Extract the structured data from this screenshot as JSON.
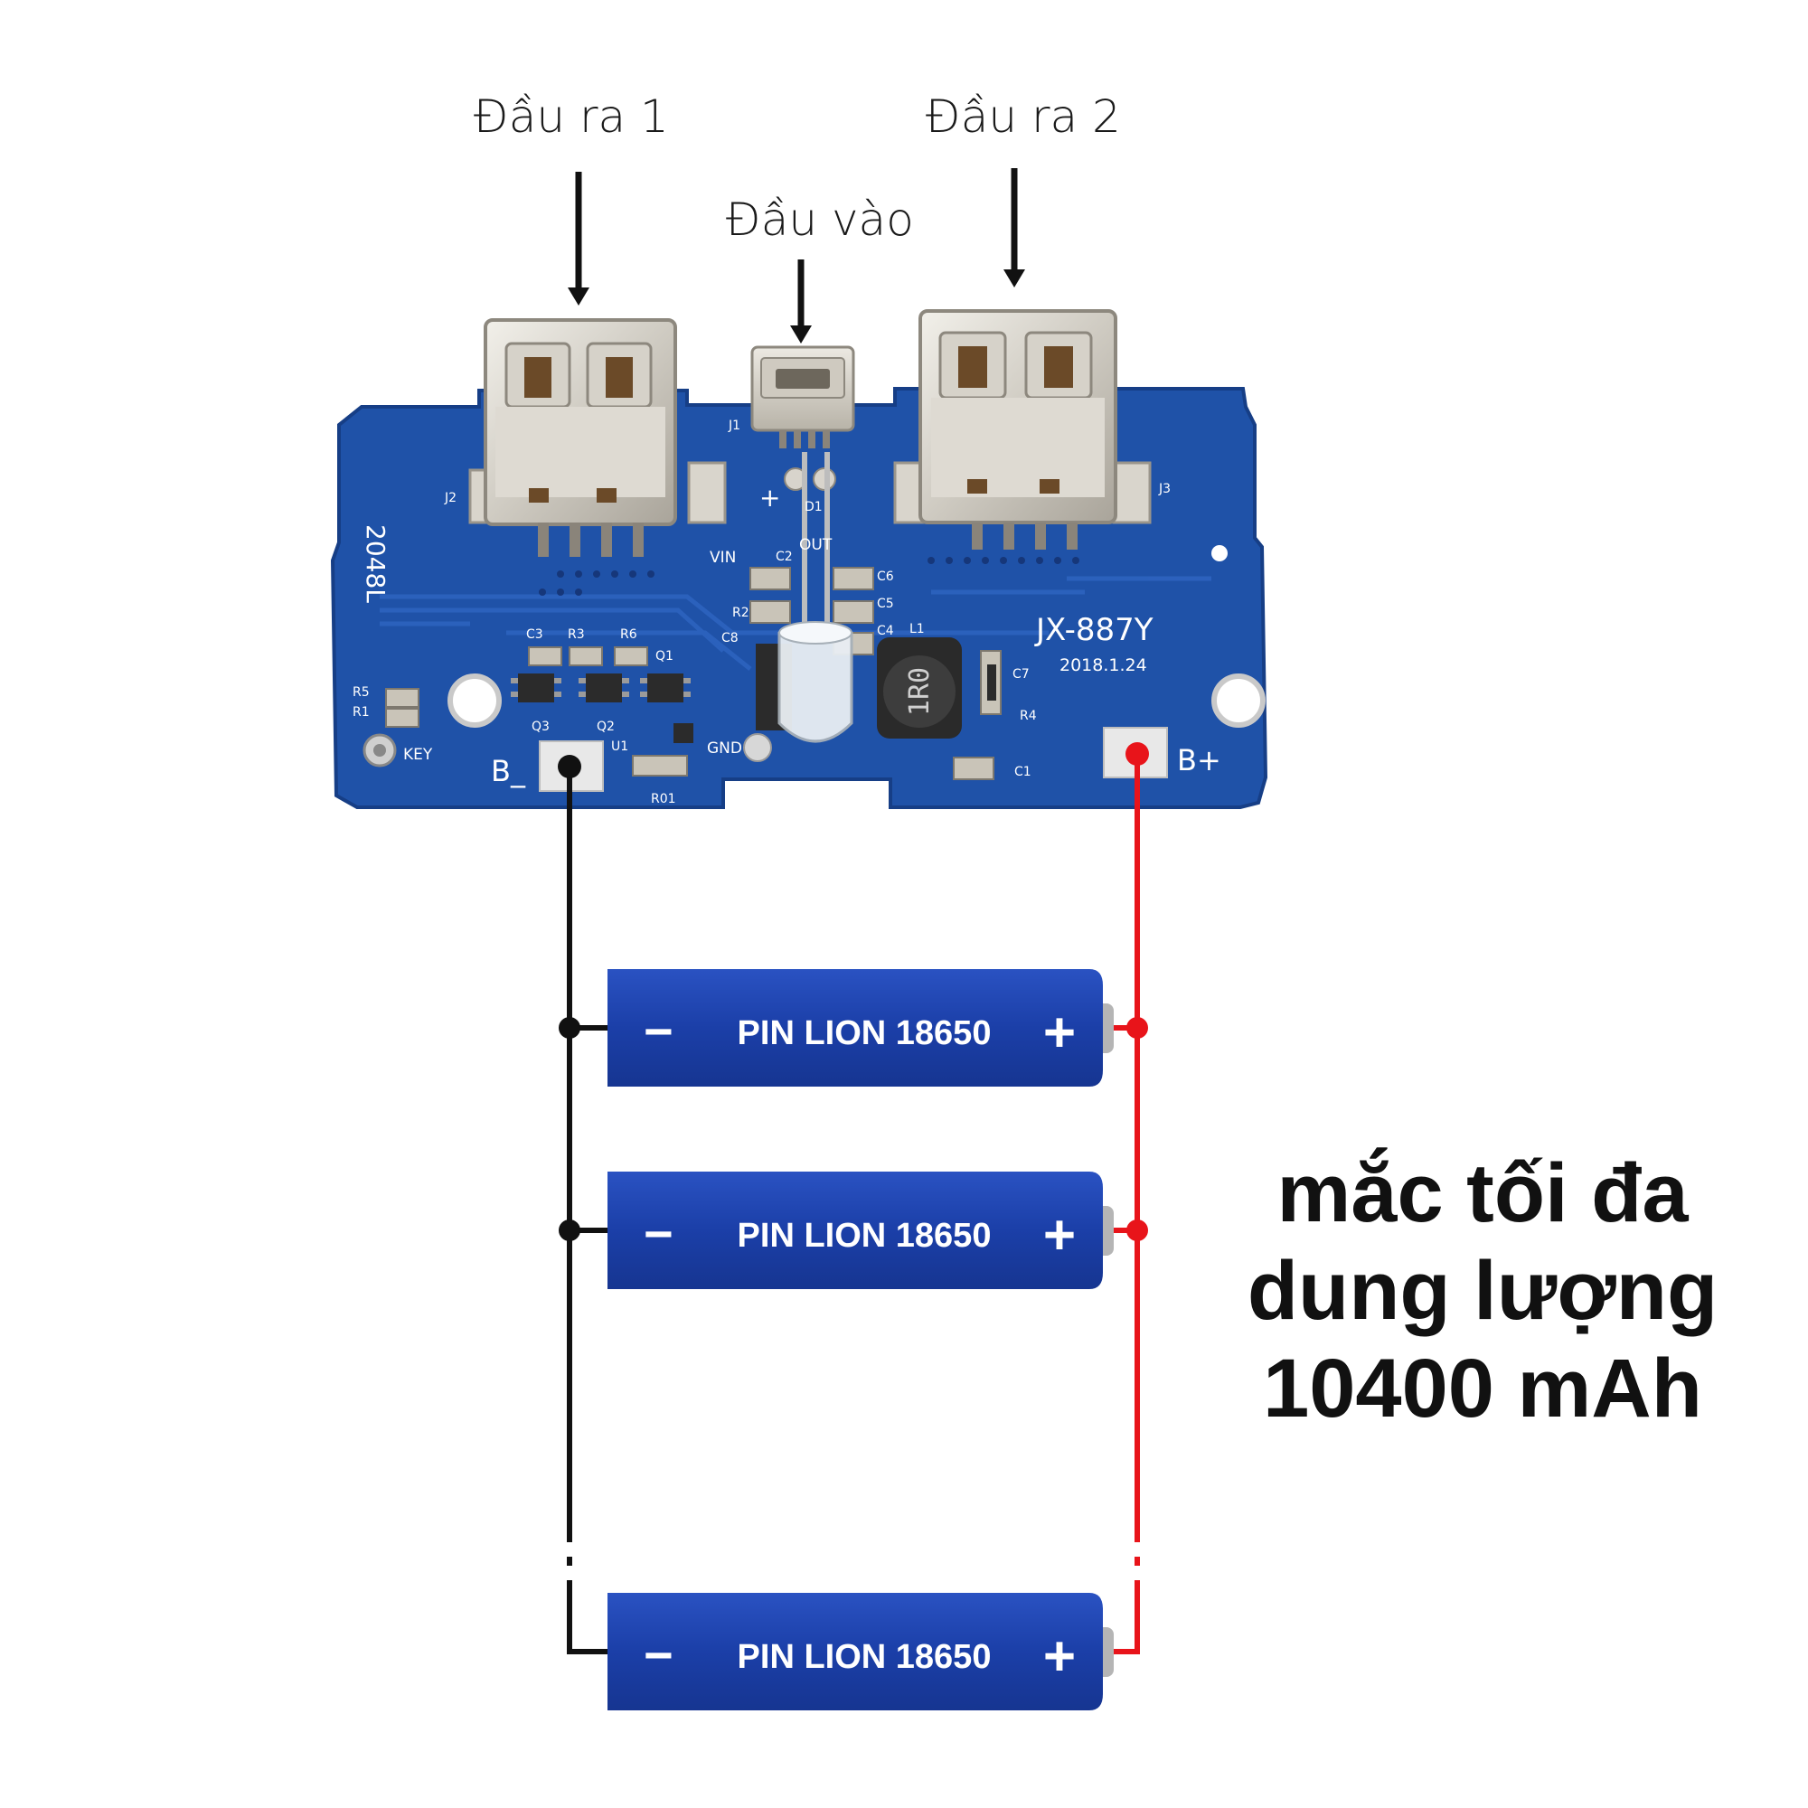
{
  "labels": {
    "output1": "Đầu ra 1",
    "output2": "Đầu ra 2",
    "input": "Đầu vào"
  },
  "board": {
    "model": "JX-887Y",
    "date": "2018.1.24",
    "rot_code": "2048L",
    "inductor": "1R0",
    "pads": {
      "neg": "B_",
      "pos": "B+",
      "key": "KEY",
      "gnd": "GND",
      "vin": "VIN",
      "out": "OUT"
    },
    "refs": [
      "J1",
      "J2",
      "J3",
      "C1",
      "C2",
      "C3",
      "C4",
      "C5",
      "C6",
      "C7",
      "C8",
      "R1",
      "R2",
      "R3",
      "R4",
      "R5",
      "R6",
      "R01",
      "Q1",
      "Q2",
      "Q3",
      "U1",
      "L1",
      "D1"
    ]
  },
  "batteries": [
    {
      "label": "PIN LION 18650",
      "neg": "−",
      "pos": "+"
    },
    {
      "label": "PIN LION 18650",
      "neg": "−",
      "pos": "+"
    },
    {
      "label": "PIN LION 18650",
      "neg": "−",
      "pos": "+"
    }
  ],
  "note": {
    "line1": "mắc tối đa",
    "line2": "dung lượng",
    "line3": "10400 mAh"
  },
  "colors": {
    "pcb": "#1e4fa3",
    "battery": "#1b3fa8",
    "neg_wire": "#111111",
    "pos_wire": "#e8141a"
  }
}
